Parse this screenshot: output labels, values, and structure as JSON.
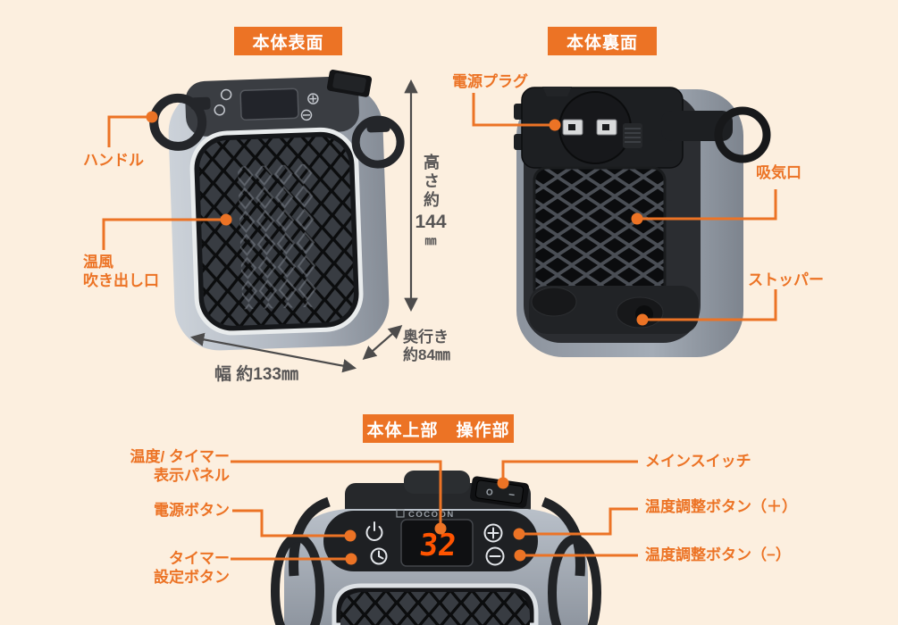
{
  "colors": {
    "background": "#fcefdf",
    "accent": "#ec7325",
    "dimension_text": "#585656"
  },
  "front_view": {
    "title": "本体表面",
    "handle_label": "ハンドル",
    "outlet_label_line1": "温風",
    "outlet_label_line2": "吹き出し口"
  },
  "back_view": {
    "title": "本体裏面",
    "plug_label": "電源プラグ",
    "intake_label": "吸気口",
    "stopper_label": "ストッパー"
  },
  "dimensions": {
    "height_label": "高さ約",
    "height_value": "144",
    "height_unit": "㎜",
    "width_label": "幅 約133㎜",
    "depth_line1": "奥行き",
    "depth_line2": "約84㎜"
  },
  "control_view": {
    "title": "本体上部　操作部",
    "display_panel_line1": "温度/ タイマー",
    "display_panel_line2": "表示パネル",
    "power_button_label": "電源ボタン",
    "timer_button_line1": "タイマー",
    "timer_button_line2": "設定ボタン",
    "main_switch_label": "メインスイッチ",
    "temp_plus_label": "温度調整ボタン（＋）",
    "temp_minus_label": "温度調整ボタン（−）",
    "brand": "COCOON",
    "display_value": "32",
    "switch_off_mark": "O",
    "switch_on_mark": "−"
  }
}
